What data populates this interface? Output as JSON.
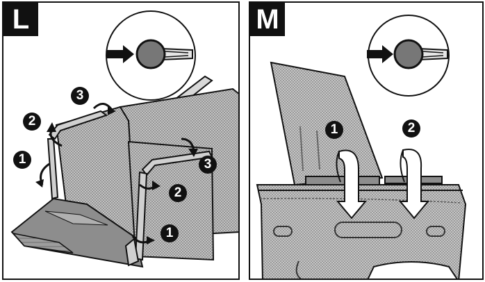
{
  "panels": [
    {
      "label": "L",
      "steps": [
        "3",
        "2",
        "1",
        "3",
        "2",
        "1"
      ]
    },
    {
      "label": "M",
      "steps": [
        "1",
        "2"
      ]
    }
  ],
  "icons": {
    "arrow": "arrow-right-icon",
    "hinge": "hinge-clip-icon",
    "rotate": "rotate-arrow-icon"
  },
  "colors": {
    "ink": "#111111",
    "mesh": "#9a9a9a",
    "metal": "#bdbdbd",
    "shade": "#7a7a7a"
  }
}
